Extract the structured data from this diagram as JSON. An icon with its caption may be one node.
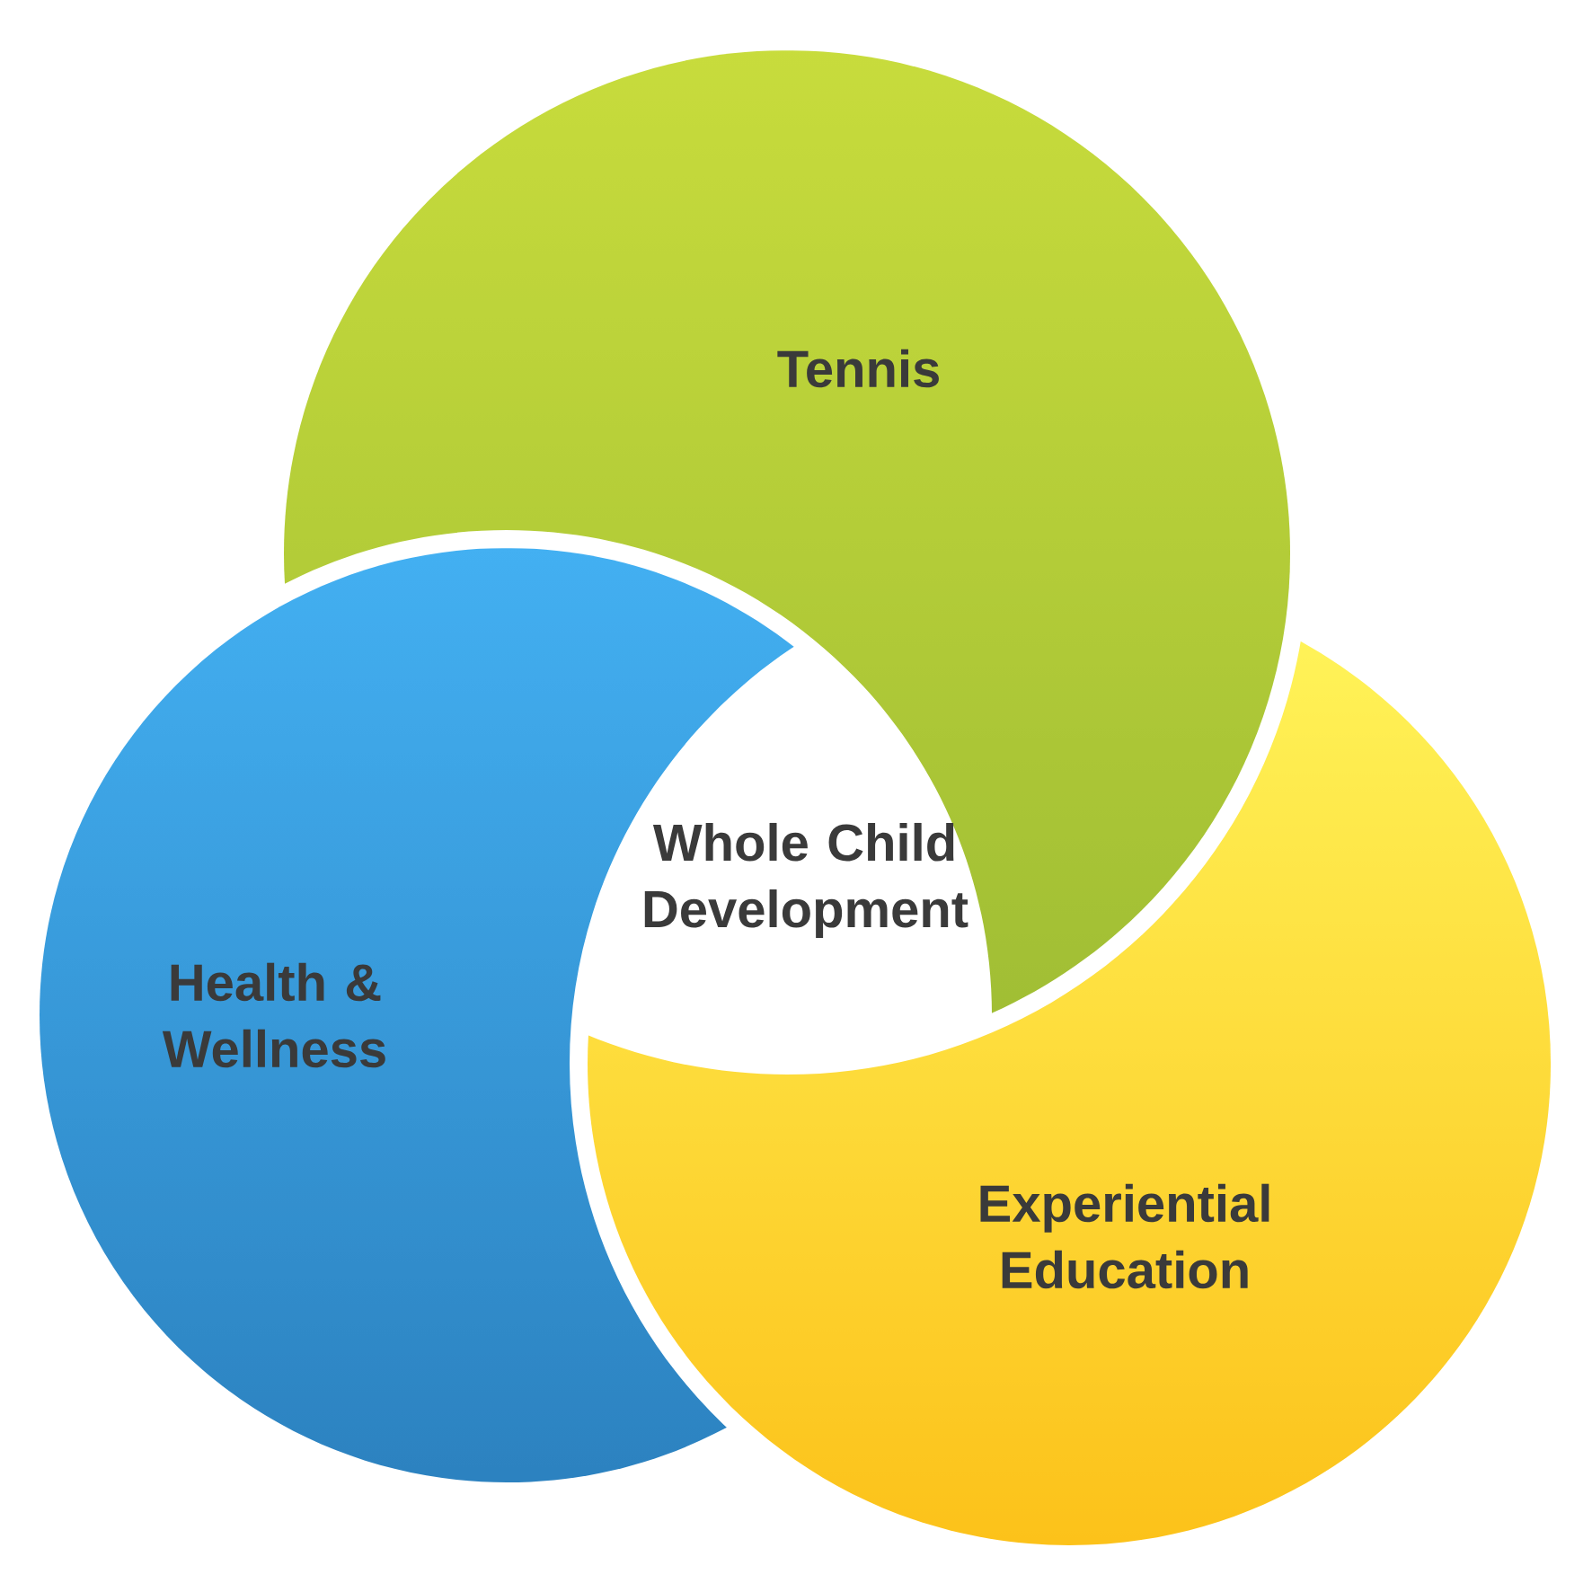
{
  "diagram": {
    "nodes": [
      {
        "text": [
          "Tennis"
        ]
      },
      {
        "text": [
          "Whole Child Development"
        ]
      },
      {
        "text": [
          "Health & Wellness"
        ]
      },
      {
        "text": [
          "Experiential Education"
        ]
      }
    ]
  }
}
